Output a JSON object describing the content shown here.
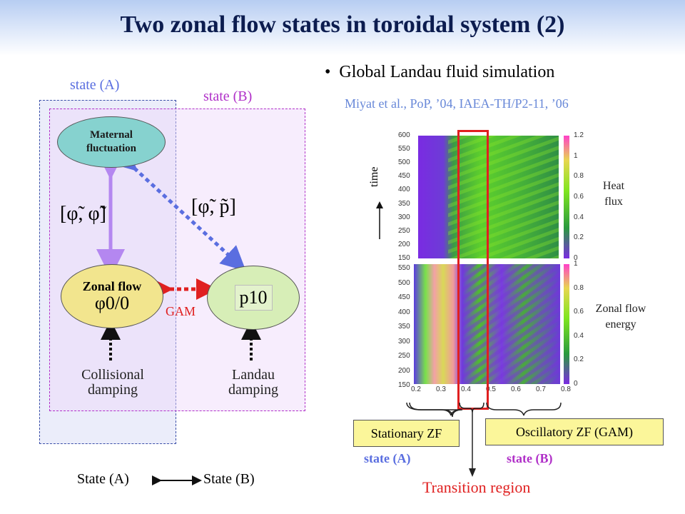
{
  "title": "Two zonal flow states in toroidal system (2)",
  "left": {
    "state_a_label": "state (A)",
    "state_b_label": "state (B)",
    "maternal_line1": "Maternal",
    "maternal_line2": "fluctuation",
    "bracket_phi_phi": "[φ̃, φ̃]",
    "bracket_phi_p": "[φ̃, p̃]",
    "zonal_flow_label": "Zonal flow",
    "zonal_flow_symbol": "φ0/0",
    "p10_symbol": "p10",
    "gam_label": "GAM",
    "collisional_line1": "Collisional",
    "collisional_line2": "damping",
    "landau_line1": "Landau",
    "landau_line2": "damping",
    "state_a_bottom": "State (A)",
    "state_b_bottom": "State (B)"
  },
  "right": {
    "bullet_text": "Global Landau fluid simulation",
    "citation": "Miyat et al., PoP, ’04,  IAEA-TH/P2-11, ’06",
    "time_label": "time",
    "heat_flux_line1": "Heat",
    "heat_flux_line2": "flux",
    "zonal_energy_line1": "Zonal flow",
    "zonal_energy_line2": "energy",
    "stationary_label": "Stationary ZF",
    "oscillatory_label": "Oscillatory  ZF (GAM)",
    "state_a_label": "state (A)",
    "state_b_label": "state (B)",
    "transition_label": "Transition region"
  },
  "plot": {
    "y_ticks_top": [
      "600",
      "550",
      "500",
      "450",
      "400",
      "350",
      "300",
      "250",
      "200",
      "150"
    ],
    "y_ticks_bottom": [
      "550",
      "500",
      "450",
      "400",
      "350",
      "300",
      "250",
      "200",
      "150"
    ],
    "x_ticks": [
      "0.2",
      "0.3",
      "0.4",
      "0.5",
      "0.6",
      "0.7",
      "0.8"
    ],
    "colorbar_top": [
      "1.2",
      "1",
      "0.8",
      "0.6",
      "0.4",
      "0.2",
      "0"
    ],
    "colorbar_bottom": [
      "1",
      "0.8",
      "0.6",
      "0.4",
      "0.2",
      "0"
    ]
  },
  "colors": {
    "state_a": "#5a6ee0",
    "state_b": "#b030c8",
    "arrow_purple": "#b487f0",
    "arrow_blue": "#5a6ee0",
    "arrow_red": "#e02020",
    "highlight_red": "#e02020"
  }
}
